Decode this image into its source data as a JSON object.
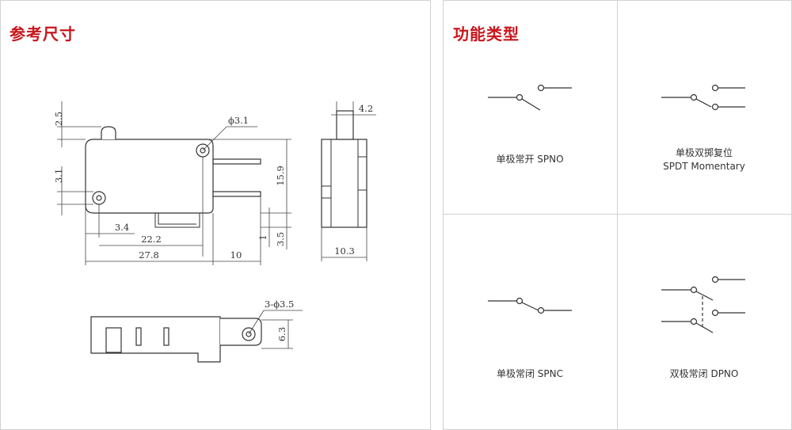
{
  "left_panel": {
    "title": "参考尺寸",
    "dims": {
      "d_2_5": "2.5",
      "d_3_1": "3.1",
      "d_3_4": "3.4",
      "d_22_2": "22.2",
      "d_27_8": "27.8",
      "d_10": "10",
      "d_phi_3_1": "ϕ3.1",
      "d_15_9": "15.9",
      "d_1": "1",
      "d_3_5": "3.5",
      "d_4_2": "4.2",
      "d_10_3": "10.3",
      "d_3_phi_3_5": "3-ϕ3.5",
      "d_6_3": "6.3"
    }
  },
  "right_panel": {
    "title": "功能类型",
    "types": [
      {
        "label": "单极常开 SPNO"
      },
      {
        "label_line1": "单极双掷复位",
        "label_line2": "SPDT Momentary"
      },
      {
        "label": "单极常闭 SPNC"
      },
      {
        "label": "双极常闭 DPNO"
      }
    ]
  }
}
